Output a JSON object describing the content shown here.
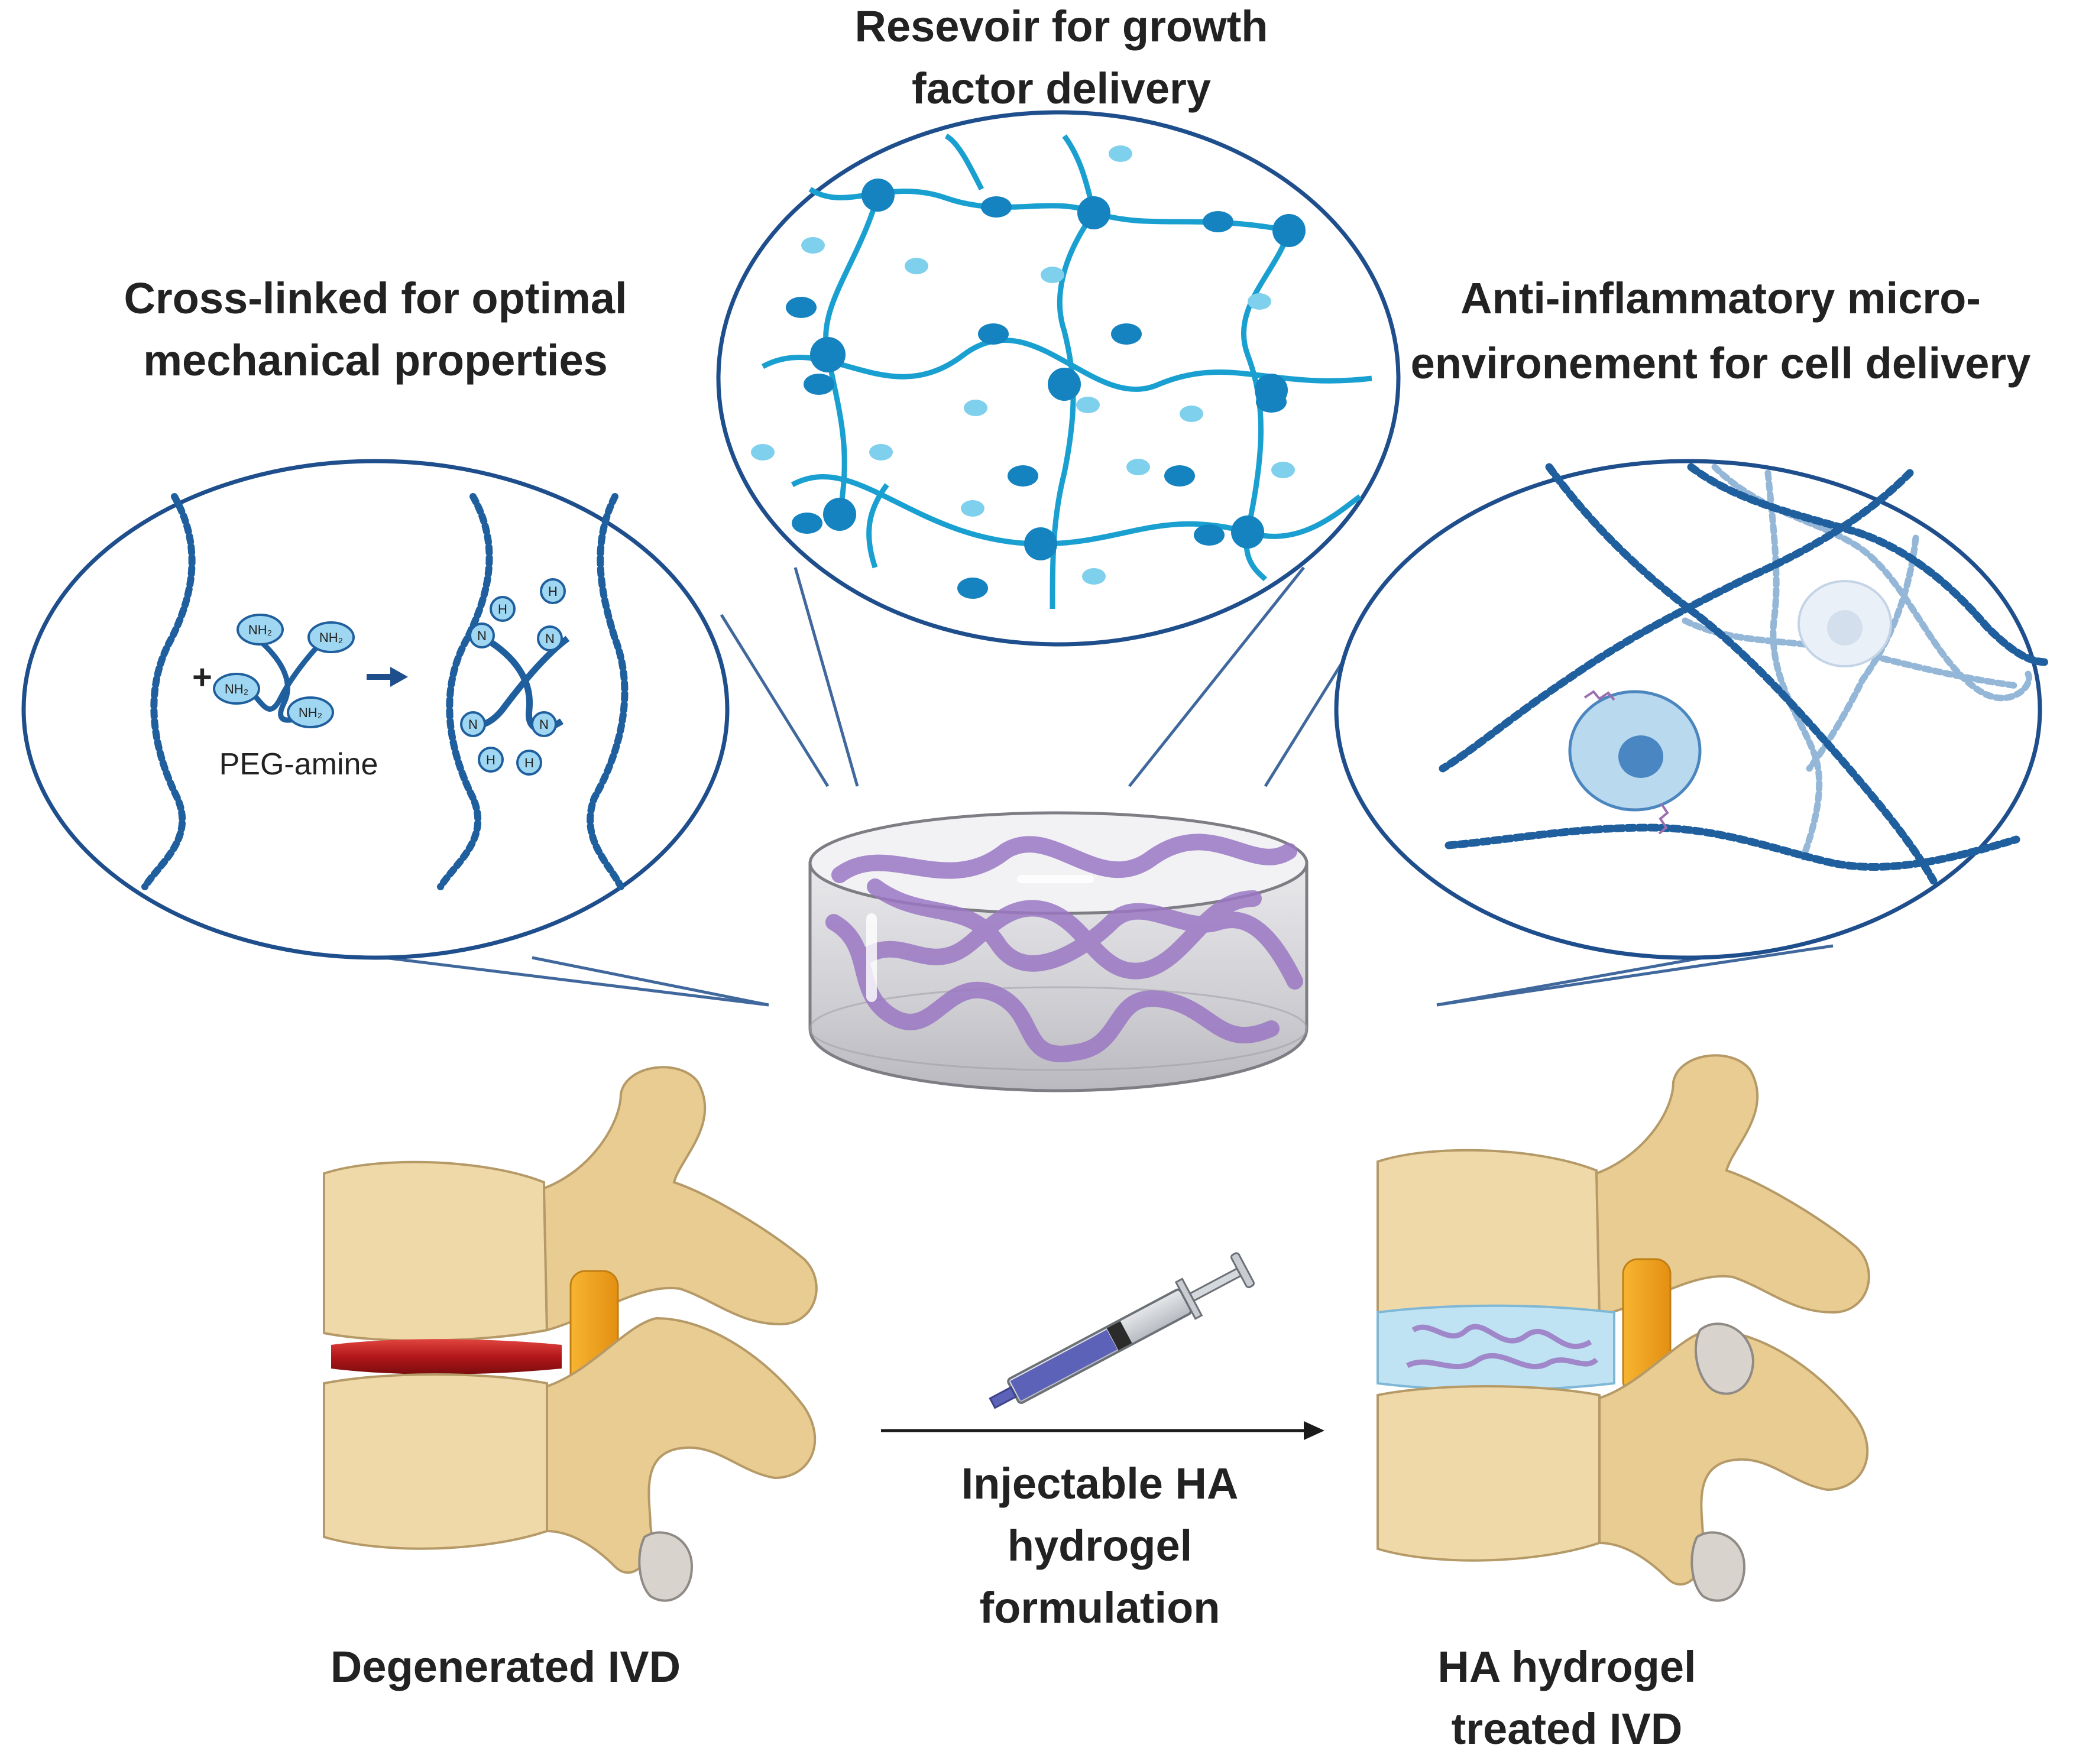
{
  "labels": {
    "top_title_line1": "Resevoir for growth",
    "top_title_line2": "factor delivery",
    "left_title_line1": "Cross-linked for optimal",
    "left_title_line2": "mechanical properties",
    "right_title_line1": "Anti-inflammatory micro-",
    "right_title_line2": "environement for cell delivery",
    "peg_amine": "PEG-amine",
    "plus_sign": "+",
    "nh2": "NH₂",
    "h_atom": "H",
    "n_atom": "N",
    "injectable_line1": "Injectable HA",
    "injectable_line2": "hydrogel",
    "injectable_line3": "formulation",
    "degenerated": "Degenerated IVD",
    "treated_line1": "HA hydrogel",
    "treated_line2": "treated IVD"
  },
  "colors": {
    "outline_blue": "#1f4e8c",
    "network_cyan": "#1aa0d0",
    "bead_dark": "#1f5f9e",
    "bone": "#f0d9a8",
    "bone_edge": "#b59a67",
    "disc_red": "#c0211f",
    "hydrogel_purple": "#9b78c4",
    "text": "#222222"
  }
}
